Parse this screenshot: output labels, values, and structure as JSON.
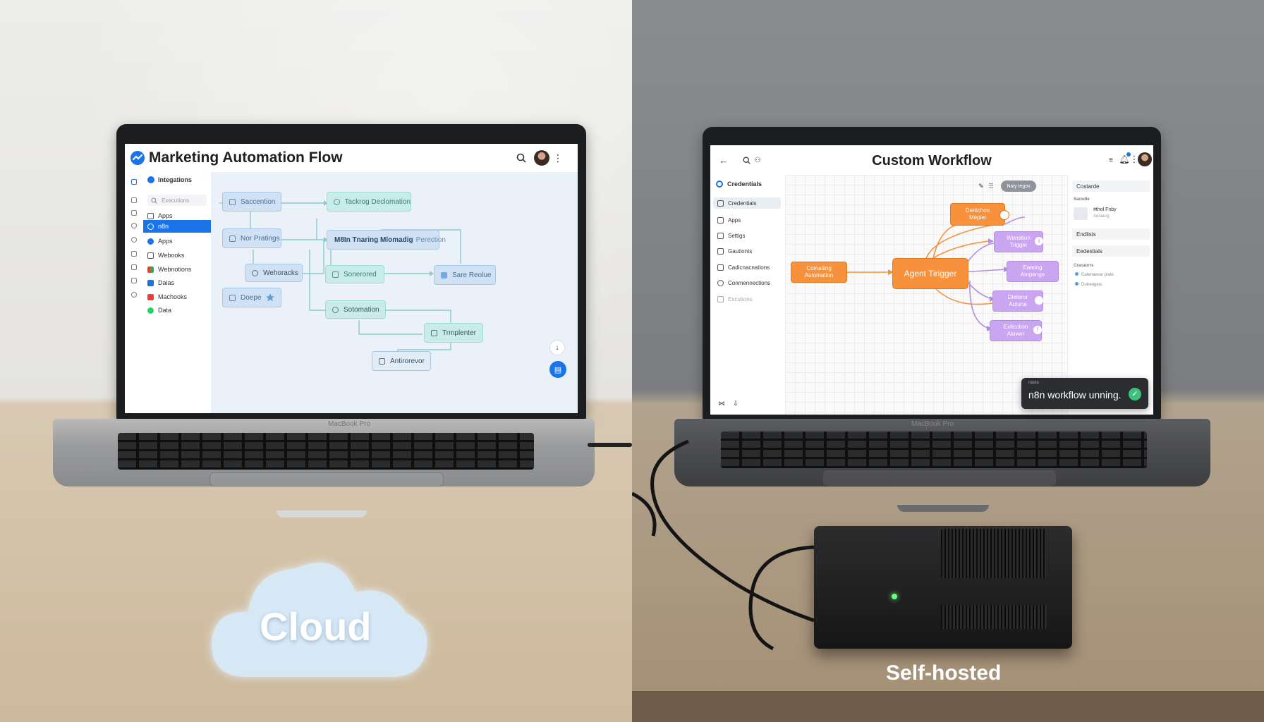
{
  "cloud": {
    "app_title": "Marketing Automation Flow",
    "scene_label": "Cloud",
    "laptop_brand": "MacBook Pro",
    "sidebar": {
      "header": "Integations",
      "search_placeholder": "Executions",
      "items": [
        "Apps",
        "n8n",
        "Apps",
        "Webooks",
        "Webnotions",
        "Daias",
        "Machooks",
        "Data"
      ]
    },
    "nodes": [
      "Saccention",
      "Tackrog Declomation",
      "Nor Pratings",
      "M8In Tnaring Mlomadig",
      "Perection",
      "Wehoracks",
      "Sonerored",
      "Sare Reolue",
      "Doepe",
      "Sotomation",
      "Trmplenter",
      "Antirorevor"
    ]
  },
  "selfhosted": {
    "app_title": "Custom Workflow",
    "scene_label": "Self-hosted",
    "laptop_brand": "MacBook Pro",
    "sidebar": {
      "header": "Credentials",
      "items": [
        "Credentials",
        "Apps",
        "Settigs",
        "Gautionts",
        "Cadicnacnations",
        "Conmennections",
        "Excutions"
      ]
    },
    "toolbar_button": "Naiy tegov",
    "nodes": {
      "trigger": "Agent Tirigger",
      "left": [
        "Comaliing",
        "Automation"
      ],
      "top": [
        "Dertichon",
        "Mepiet"
      ],
      "purple": [
        [
          "Wenation",
          "Trigger"
        ],
        [
          "Eateing",
          "Ampenge"
        ],
        [
          "Dieteror",
          "Autuna"
        ],
        [
          "Exticution",
          "Alower"
        ]
      ]
    },
    "right_panel": {
      "top": "Costarde",
      "section": "Sacsdle",
      "item_title": "#thol Fnby",
      "item_sub": "Aonaurg",
      "rows": [
        "Endlisis",
        "Eedestials"
      ],
      "section2": "Cracaorrs",
      "list": [
        "Catenaevar plate",
        "Dutrengers"
      ]
    },
    "toast": {
      "tag": "nasta",
      "message": "n8n workflow unning."
    }
  },
  "colors": {
    "accent_blue": "#1a73e8",
    "orange_node": "#f7913c",
    "purple_node": "#c9a6ef",
    "teal_node": "#c7ece9",
    "blue_node": "#cfe1f3",
    "success_green": "#3ec27a"
  },
  "icons": [
    "n8n-logo-icon",
    "search-icon",
    "more-vert-icon",
    "back-arrow-icon",
    "bell-icon",
    "star-icon",
    "download-icon",
    "chat-icon",
    "pencil-icon"
  ]
}
